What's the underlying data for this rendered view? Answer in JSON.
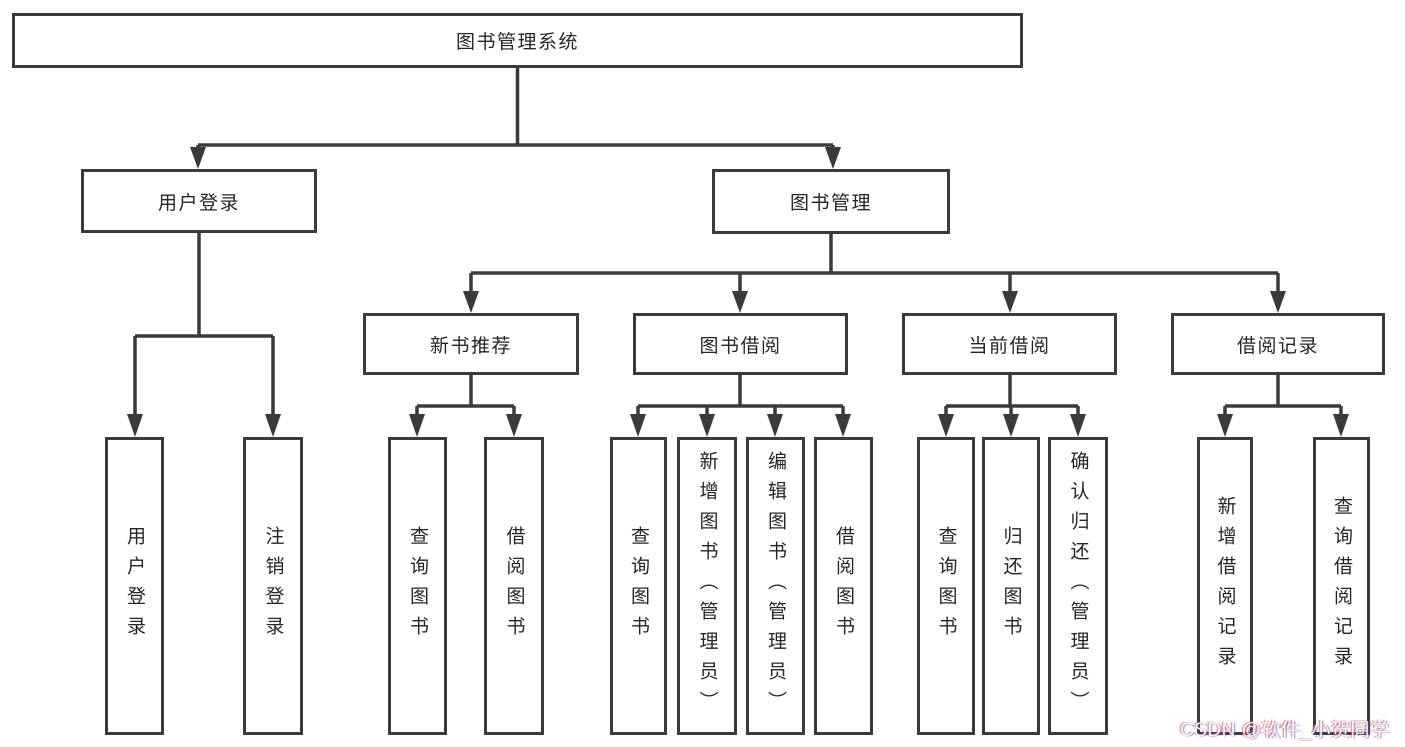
{
  "colors": {
    "line": "#3a3a3a",
    "text": "#262626",
    "box_fill": "#ffffff",
    "background": "#ffffff"
  },
  "watermark": {
    "text": "CSDN @软件_小贺同学"
  },
  "diagram": {
    "root": {
      "label": "图书管理系统"
    },
    "branches": [
      {
        "label": "用户登录",
        "children": [
          {
            "label": "用户登录"
          },
          {
            "label": "注销登录"
          }
        ]
      },
      {
        "label": "图书管理",
        "children": [
          {
            "label": "新书推荐",
            "children": [
              {
                "label": "查询图书"
              },
              {
                "label": "借阅图书"
              }
            ]
          },
          {
            "label": "图书借阅",
            "children": [
              {
                "label": "查询图书"
              },
              {
                "label": "新增图书（管理员）"
              },
              {
                "label": "编辑图书（管理员）"
              },
              {
                "label": "借阅图书"
              }
            ]
          },
          {
            "label": "当前借阅",
            "children": [
              {
                "label": "查询图书"
              },
              {
                "label": "归还图书"
              },
              {
                "label": "确认归还（管理员）"
              }
            ]
          },
          {
            "label": "借阅记录",
            "children": [
              {
                "label": "新增借阅记录"
              },
              {
                "label": "查询借阅记录"
              }
            ]
          }
        ]
      }
    ]
  }
}
